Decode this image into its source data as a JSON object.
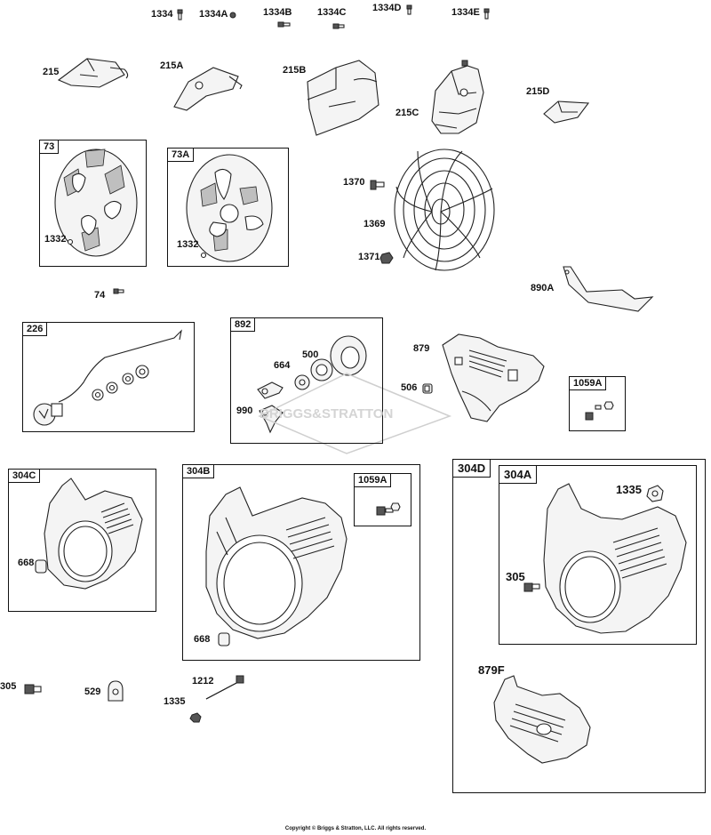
{
  "diagram": {
    "top_labels": [
      "1334",
      "1334A",
      "1334B",
      "1334C",
      "1334D",
      "1334E"
    ],
    "labels": {
      "l215": "215",
      "l215a": "215A",
      "l215b": "215B",
      "l215c": "215C",
      "l215d": "215D",
      "l1370": "1370",
      "l1369": "1369",
      "l1371": "1371",
      "l1332a": "1332",
      "l1332b": "1332",
      "l74": "74",
      "l890a": "890A",
      "l879": "879",
      "l506": "506",
      "l664": "664",
      "l500": "500",
      "l990": "990",
      "l668a": "668",
      "l668b": "668",
      "l1335a": "1335",
      "l305a": "305",
      "l305b": "305",
      "l529": "529",
      "l1212": "1212",
      "l1335b": "1335",
      "l879f": "879F"
    },
    "boxes": {
      "b73": "73",
      "b73a": "73A",
      "b226": "226",
      "b892": "892",
      "b1059a1": "1059A",
      "b304c": "304C",
      "b304b": "304B",
      "b1059a2": "1059A",
      "b304d": "304D",
      "b304a": "304A"
    },
    "watermark": "BRIGGS&STRATTON",
    "copyright": "Copyright © Briggs & Stratton, LLC. All rights reserved."
  }
}
